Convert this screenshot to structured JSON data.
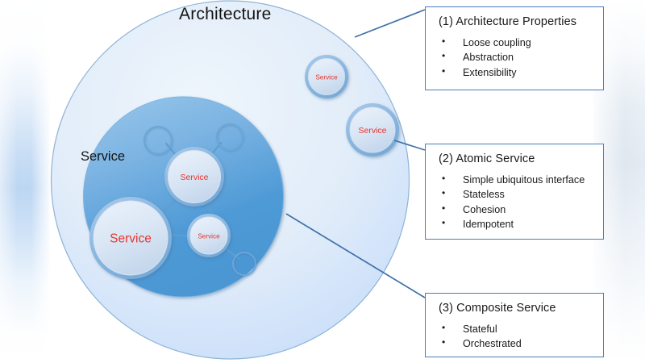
{
  "diagram": {
    "title_label": "Architecture",
    "inner_label": "Service",
    "bubbles": {
      "outer_small": "Service",
      "outer_medium": "Service",
      "inner_large": "Service",
      "inner_mid": "Service",
      "inner_small": "Service"
    }
  },
  "callouts": [
    {
      "id": "callout-1",
      "title": "(1) Architecture Properties",
      "items": [
        "Loose coupling",
        "Abstraction",
        "Extensibility"
      ]
    },
    {
      "id": "callout-2",
      "title": "(2) Atomic Service",
      "items": [
        "Simple ubiquitous interface",
        "Stateless",
        "Cohesion",
        "Idempotent"
      ]
    },
    {
      "id": "callout-3",
      "title": "(3) Composite Service",
      "items": [
        "Stateful",
        "Orchestrated"
      ]
    }
  ],
  "colors": {
    "border_blue": "#4a7ebb",
    "bubble_text_red": "#e8342e",
    "outer_circle_fill": "#dce9f7",
    "inner_circle_fill": "#62a6dd",
    "leader_line": "#3f72a8"
  }
}
